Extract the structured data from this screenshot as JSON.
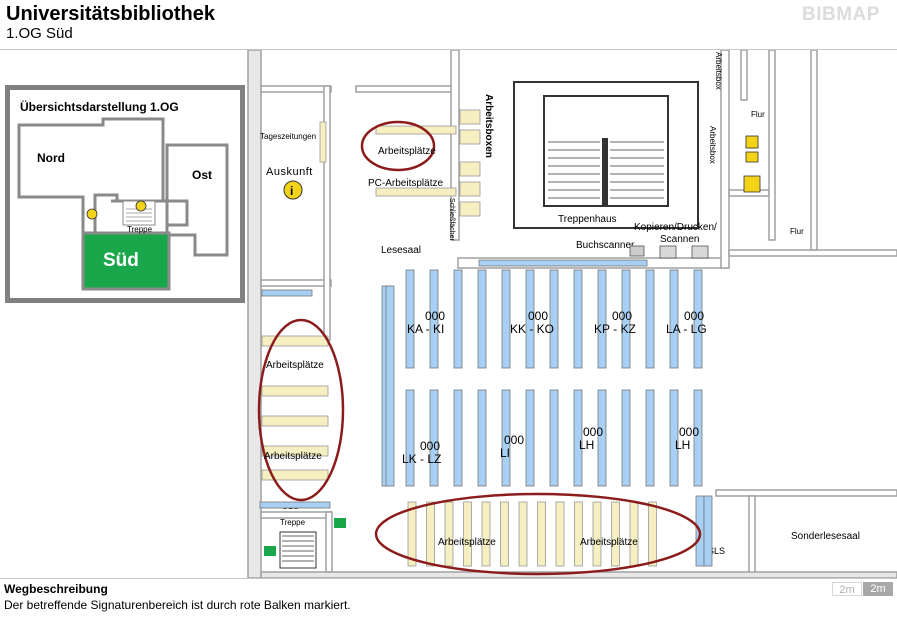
{
  "header": {
    "title": "Universitätsbibliothek",
    "subtitle": "1.OG Süd",
    "logo": "BIBMAP"
  },
  "overview": {
    "title": "Übersichtsdarstellung 1.OG",
    "regions": {
      "north": "Nord",
      "east": "Ost",
      "south": "Süd"
    },
    "stairs_label": "Treppe",
    "highlight_color": "#1aa64a"
  },
  "floorplan": {
    "rooms": {
      "tageszeitungen": "Tageszeitungen",
      "auskunft": "Auskunft",
      "arbeitsboxen": "Arbeitsboxen",
      "arbeitsbox_1": "Arbeitsbox",
      "arbeitsbox_2": "Arbeitsbox",
      "flur_1": "Flur",
      "flur_2": "Flur",
      "treppenhaus": "Treppenhaus",
      "schliessfaecher": "Schließfächer",
      "pc_arbeitsplaetze": "PC-Arbeitsplätze",
      "lesesaal": "Lesesaal",
      "buchscanner": "Buchscanner",
      "kopieren_1": "Kopieren/Drucken/",
      "kopieren_2": "Scannen",
      "sls_1": "SLS",
      "sls_2": "SLS",
      "treppe": "Treppe",
      "sonderlesesaal": "Sonderlesesaal"
    },
    "workspaces": {
      "top": "Arbeitsplätze",
      "left_1": "Arbeitsplätze",
      "left_2": "Arbeitsplätze",
      "bottom_1": "Arbeitsplätze",
      "bottom_2": "Arbeitsplätze"
    },
    "shelf_groups": [
      {
        "code": "000",
        "range": "KA - KI"
      },
      {
        "code": "000",
        "range": "KK - KO"
      },
      {
        "code": "000",
        "range": "KP - KZ"
      },
      {
        "code": "000",
        "range": "LA - LG"
      },
      {
        "code": "000",
        "range": "LK - LZ"
      },
      {
        "code": "000",
        "range": "LI"
      },
      {
        "code": "000",
        "range": "LH"
      },
      {
        "code": "000",
        "range": "LH"
      }
    ],
    "colors": {
      "shelf": "#a8d0f4",
      "desk": "#f5efc2",
      "wall": "#a0a0a0",
      "highlight_ring": "#8c1c1c",
      "info_icon": "#f2d318"
    }
  },
  "footer": {
    "route_title": "Wegbeschreibung",
    "route_desc": "Der betreffende Signaturenbereich ist durch rote Balken markiert.",
    "scale_a": "2m",
    "scale_b": "2m"
  }
}
